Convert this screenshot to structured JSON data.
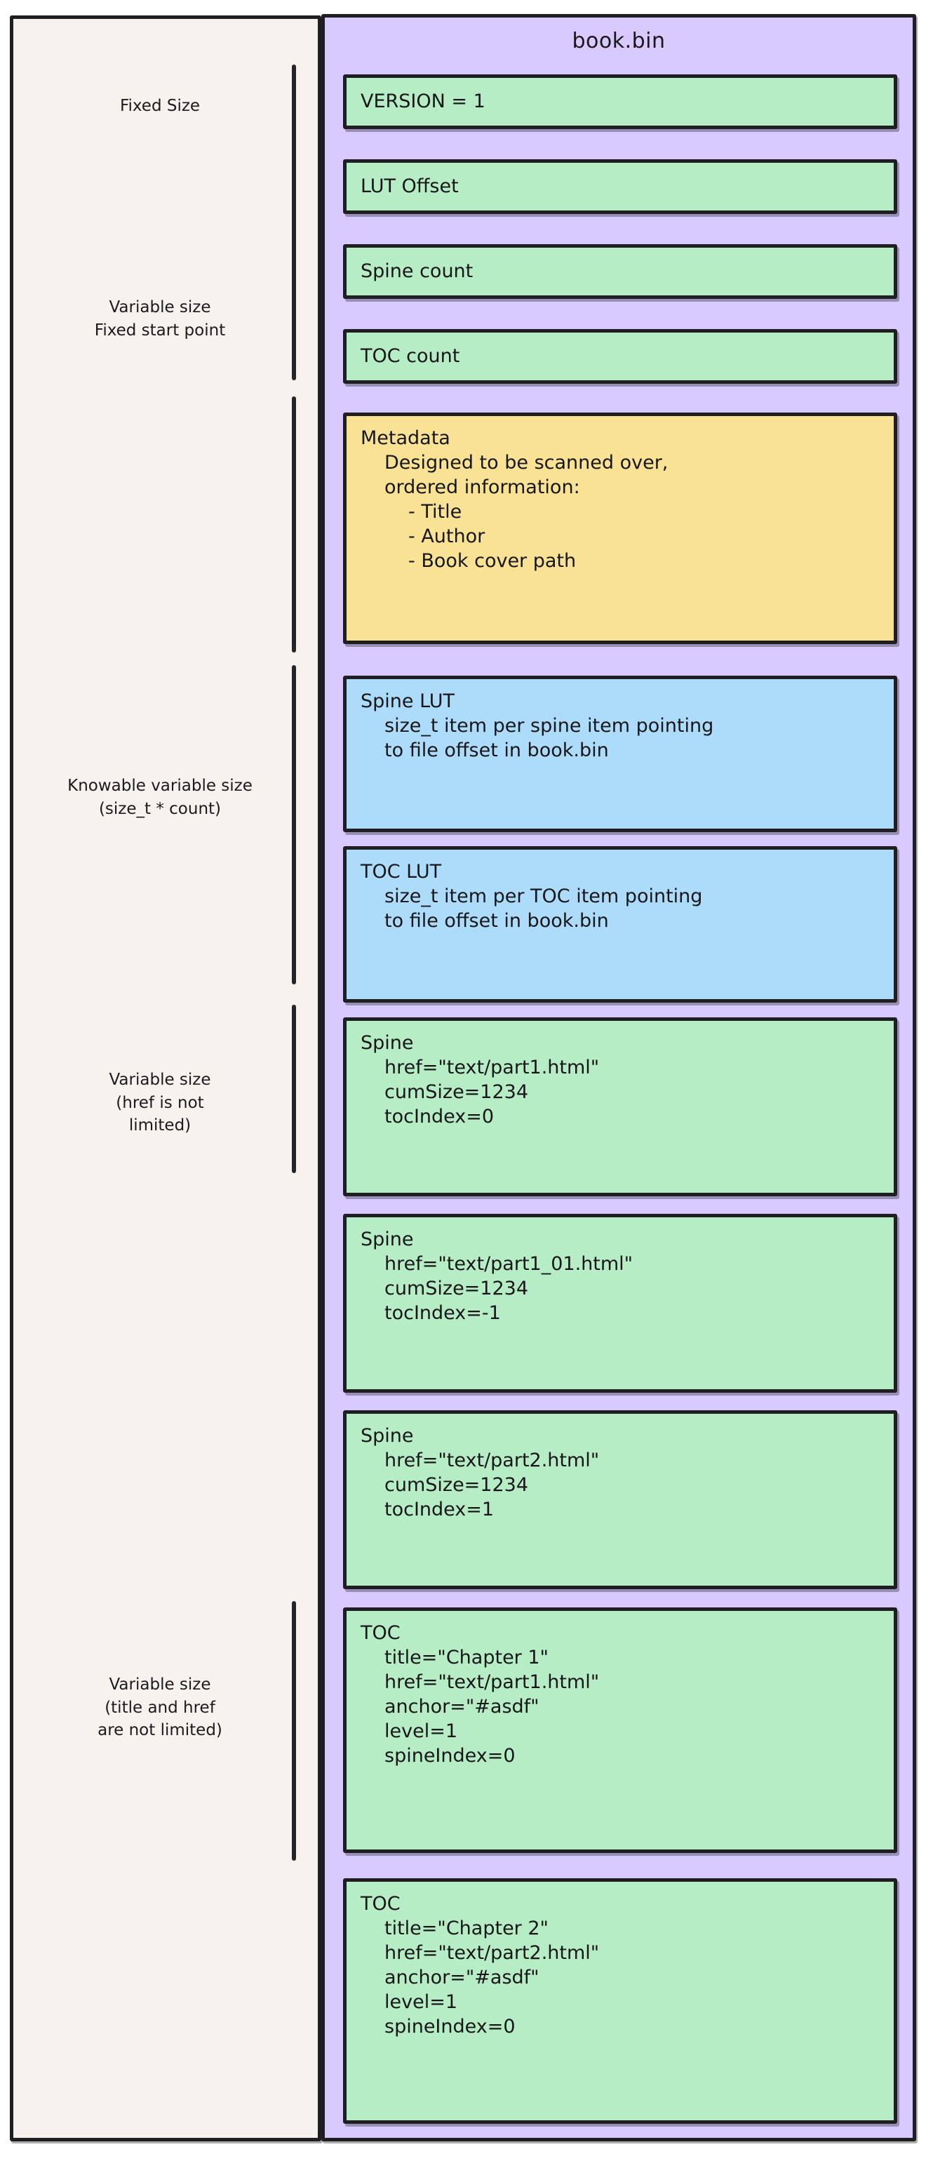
{
  "file": {
    "title": "book.bin"
  },
  "groups": [
    {
      "label": "Fixed Size"
    },
    {
      "label": "Variable size\nFixed start point"
    },
    {
      "label": "Knowable variable size\n(size_t * count)"
    },
    {
      "label": "Variable size\n(href is not\nlimited)"
    },
    {
      "label": "Variable size\n(title and href\nare not limited)"
    }
  ],
  "blocks": [
    {
      "name": "version",
      "color": "green",
      "lines": [
        "VERSION = 1"
      ]
    },
    {
      "name": "lut-offset",
      "color": "green",
      "lines": [
        "LUT Offset"
      ]
    },
    {
      "name": "spine-count",
      "color": "green",
      "lines": [
        "Spine count"
      ]
    },
    {
      "name": "toc-count",
      "color": "green",
      "lines": [
        "TOC count"
      ]
    },
    {
      "name": "metadata",
      "color": "yellow",
      "lines": [
        "Metadata",
        "Designed to be scanned over,",
        "ordered information:",
        "- Title",
        "- Author",
        "- Book cover path"
      ]
    },
    {
      "name": "spine-lut",
      "color": "blue",
      "lines": [
        "Spine LUT",
        "size_t item per spine item pointing",
        "to file offset in book.bin"
      ]
    },
    {
      "name": "toc-lut",
      "color": "blue",
      "lines": [
        "TOC LUT",
        "size_t item per TOC item pointing",
        "to file offset in book.bin"
      ]
    },
    {
      "name": "spine-1",
      "color": "green",
      "lines": [
        "Spine",
        "href=\"text/part1.html\"",
        "cumSize=1234",
        "tocIndex=0"
      ]
    },
    {
      "name": "spine-2",
      "color": "green",
      "lines": [
        "Spine",
        "href=\"text/part1_01.html\"",
        "cumSize=1234",
        "tocIndex=-1"
      ]
    },
    {
      "name": "spine-3",
      "color": "green",
      "lines": [
        "Spine",
        "href=\"text/part2.html\"",
        "cumSize=1234",
        "tocIndex=1"
      ]
    },
    {
      "name": "toc-1",
      "color": "green",
      "lines": [
        "TOC",
        "title=\"Chapter 1\"",
        "href=\"text/part1.html\"",
        "anchor=\"#asdf\"",
        "level=1",
        "spineIndex=0"
      ]
    },
    {
      "name": "toc-2",
      "color": "green",
      "lines": [
        "TOC",
        "title=\"Chapter 2\"",
        "href=\"text/part2.html\"",
        "anchor=\"#asdf\"",
        "level=1",
        "spineIndex=0"
      ]
    }
  ],
  "colors": {
    "page_background": "#ffffff",
    "left_panel": "#f8f2ee",
    "file_panel": "#d8caff",
    "green_block": "#b7edc4",
    "yellow_block": "#fae294",
    "blue_block": "#addcfb",
    "stroke": "#1f1f23"
  }
}
